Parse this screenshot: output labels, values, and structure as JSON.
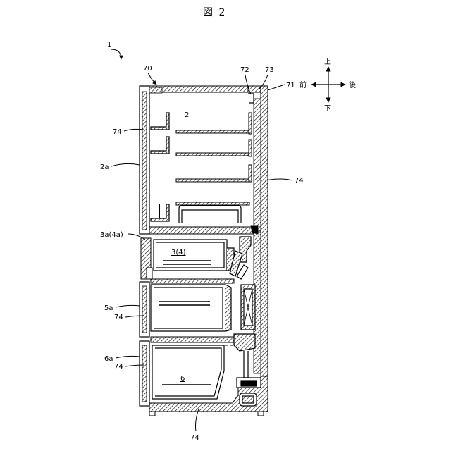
{
  "figure": {
    "title": "図 2",
    "colors": {
      "ink": "#000000",
      "paper": "#ffffff"
    }
  },
  "labels": {
    "l1": "1",
    "l70": "70",
    "l72": "72",
    "l73": "73",
    "l71": "71",
    "l2": "2",
    "l74_top": "74",
    "l2a": "2a",
    "l74_right": "74",
    "l3a": "3a(4a)",
    "l34": "3(4)",
    "l5a": "5a",
    "l74_mid": "74",
    "l6a": "6a",
    "l74_low": "74",
    "l6": "6",
    "l74_bottom": "74"
  },
  "directions": {
    "up": "上",
    "down": "下",
    "front": "前",
    "back": "後"
  }
}
